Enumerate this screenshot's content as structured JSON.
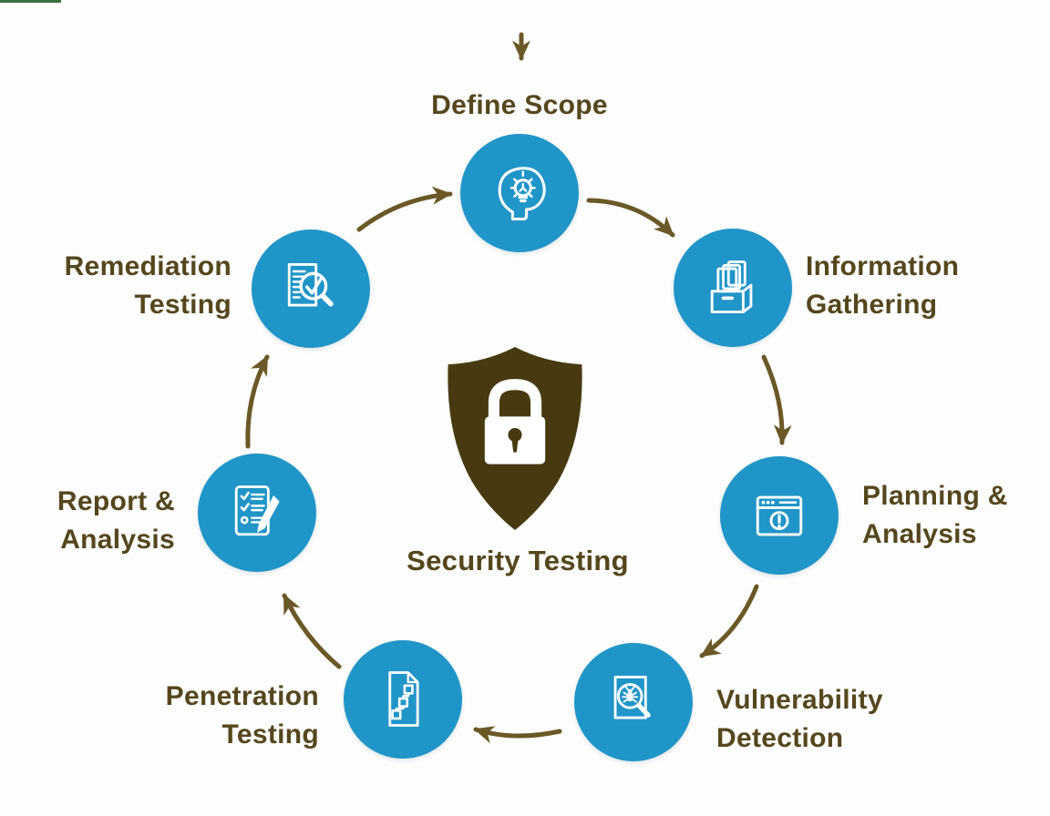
{
  "diagram_title": "Security Testing",
  "center": {
    "label": "Security Testing",
    "icon": "shield-lock-icon"
  },
  "entry_arrow": {
    "icon": "arrow-down-icon",
    "direction": "down"
  },
  "nodes": [
    {
      "id": "define-scope",
      "l1": "Define Scope",
      "l2": "",
      "icon": "idea-head-icon"
    },
    {
      "id": "information-gathering",
      "l1": "Information",
      "l2": "Gathering",
      "icon": "archive-files-icon"
    },
    {
      "id": "planning-analysis",
      "l1": "Planning &",
      "l2": "Analysis",
      "icon": "browser-alert-icon"
    },
    {
      "id": "vulnerability-detection",
      "l1": "Vulnerability",
      "l2": "Detection",
      "icon": "bug-scan-icon"
    },
    {
      "id": "penetration-testing",
      "l1": "Penetration",
      "l2": "Testing",
      "icon": "flowchart-doc-icon"
    },
    {
      "id": "report-analysis",
      "l1": "Report &",
      "l2": "Analysis",
      "icon": "checklist-pencil-icon"
    },
    {
      "id": "remediation-testing",
      "l1": "Remediation",
      "l2": "Testing",
      "icon": "doc-check-magnifier-icon"
    }
  ],
  "flow_arrows": [
    {
      "from": "define-scope",
      "to": "information-gathering"
    },
    {
      "from": "information-gathering",
      "to": "planning-analysis"
    },
    {
      "from": "planning-analysis",
      "to": "vulnerability-detection"
    },
    {
      "from": "vulnerability-detection",
      "to": "penetration-testing"
    },
    {
      "from": "penetration-testing",
      "to": "report-analysis"
    },
    {
      "from": "report-analysis",
      "to": "remediation-testing"
    },
    {
      "from": "remediation-testing",
      "to": "define-scope"
    }
  ],
  "colors": {
    "node_circle": "#2095c8",
    "icon": "#ffffff",
    "label_text": "#55461d",
    "arrow": "#6a5826",
    "shield": "#483a10",
    "background": "#fdfdfc",
    "corner_bar": "#37703f"
  }
}
